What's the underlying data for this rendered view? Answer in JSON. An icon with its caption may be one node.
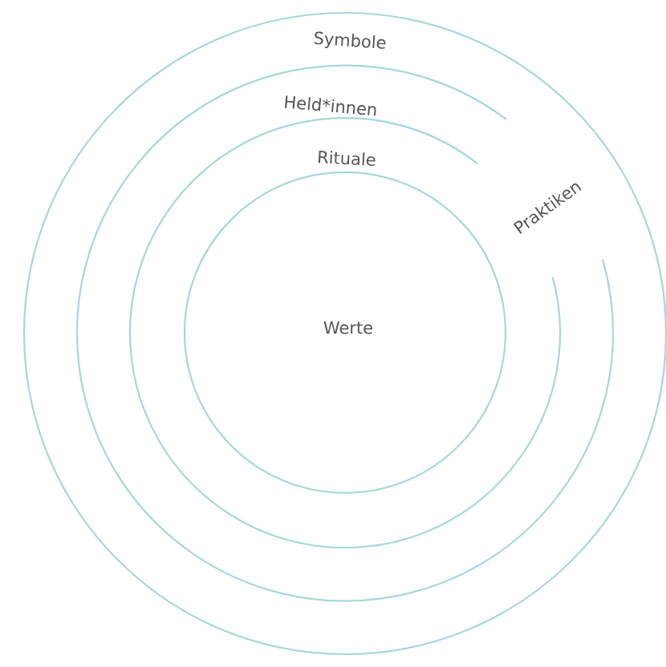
{
  "diagram": {
    "nodes": [
      {
        "text": [
          "Symbole"
        ]
      },
      {
        "text": [
          "Held*innen"
        ],
        "in": 0
      },
      {
        "text": [
          "Rituale"
        ],
        "in": 1
      },
      {
        "text": [
          "Werte"
        ],
        "in": 2
      }
    ],
    "labels": [
      "Praktiken"
    ]
  }
}
